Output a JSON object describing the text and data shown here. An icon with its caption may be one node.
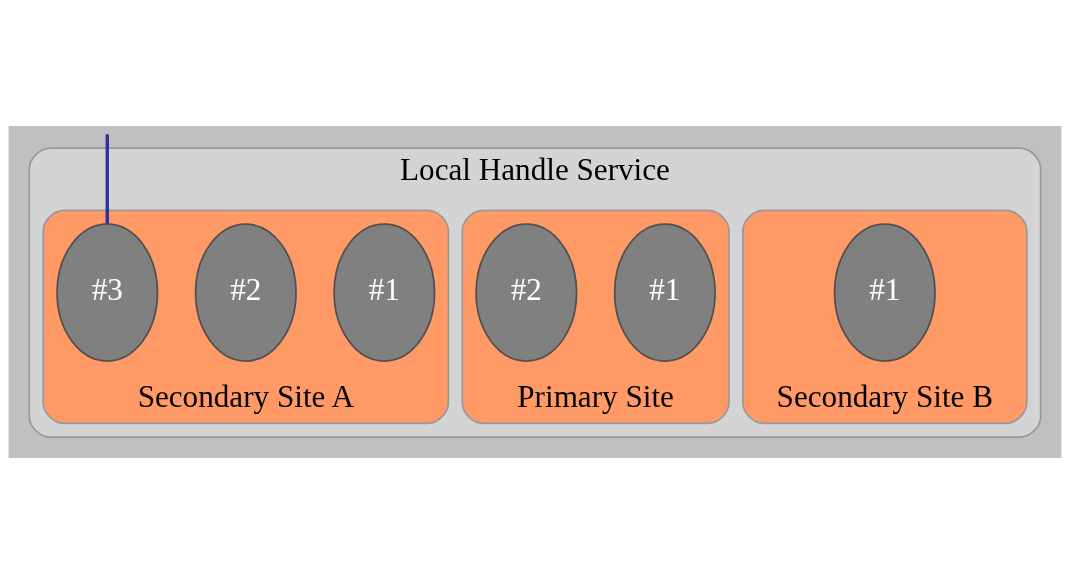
{
  "diagram": {
    "nodes": [
      {
        "text": [
          "Local Handle Service"
        ]
      },
      {
        "text": [
          "Secondary Site B"
        ],
        "in": 0
      },
      {
        "text": [
          "#1"
        ],
        "in": 1
      },
      {
        "text": [
          "Primary Site"
        ],
        "in": 0
      },
      {
        "text": [
          "#1"
        ],
        "in": 3
      },
      {
        "text": [
          "#2"
        ],
        "in": 3
      },
      {
        "text": [
          "Secondary Site A"
        ],
        "in": 0
      },
      {
        "text": [
          "#1"
        ],
        "in": 6
      },
      {
        "text": [
          "#2"
        ],
        "in": 6
      },
      {
        "text": [
          "#3"
        ],
        "in": 6
      }
    ],
    "edges": [
      {
        "from": null,
        "to": 9,
        "arrow": "none",
        "color": "#333399"
      }
    ]
  }
}
